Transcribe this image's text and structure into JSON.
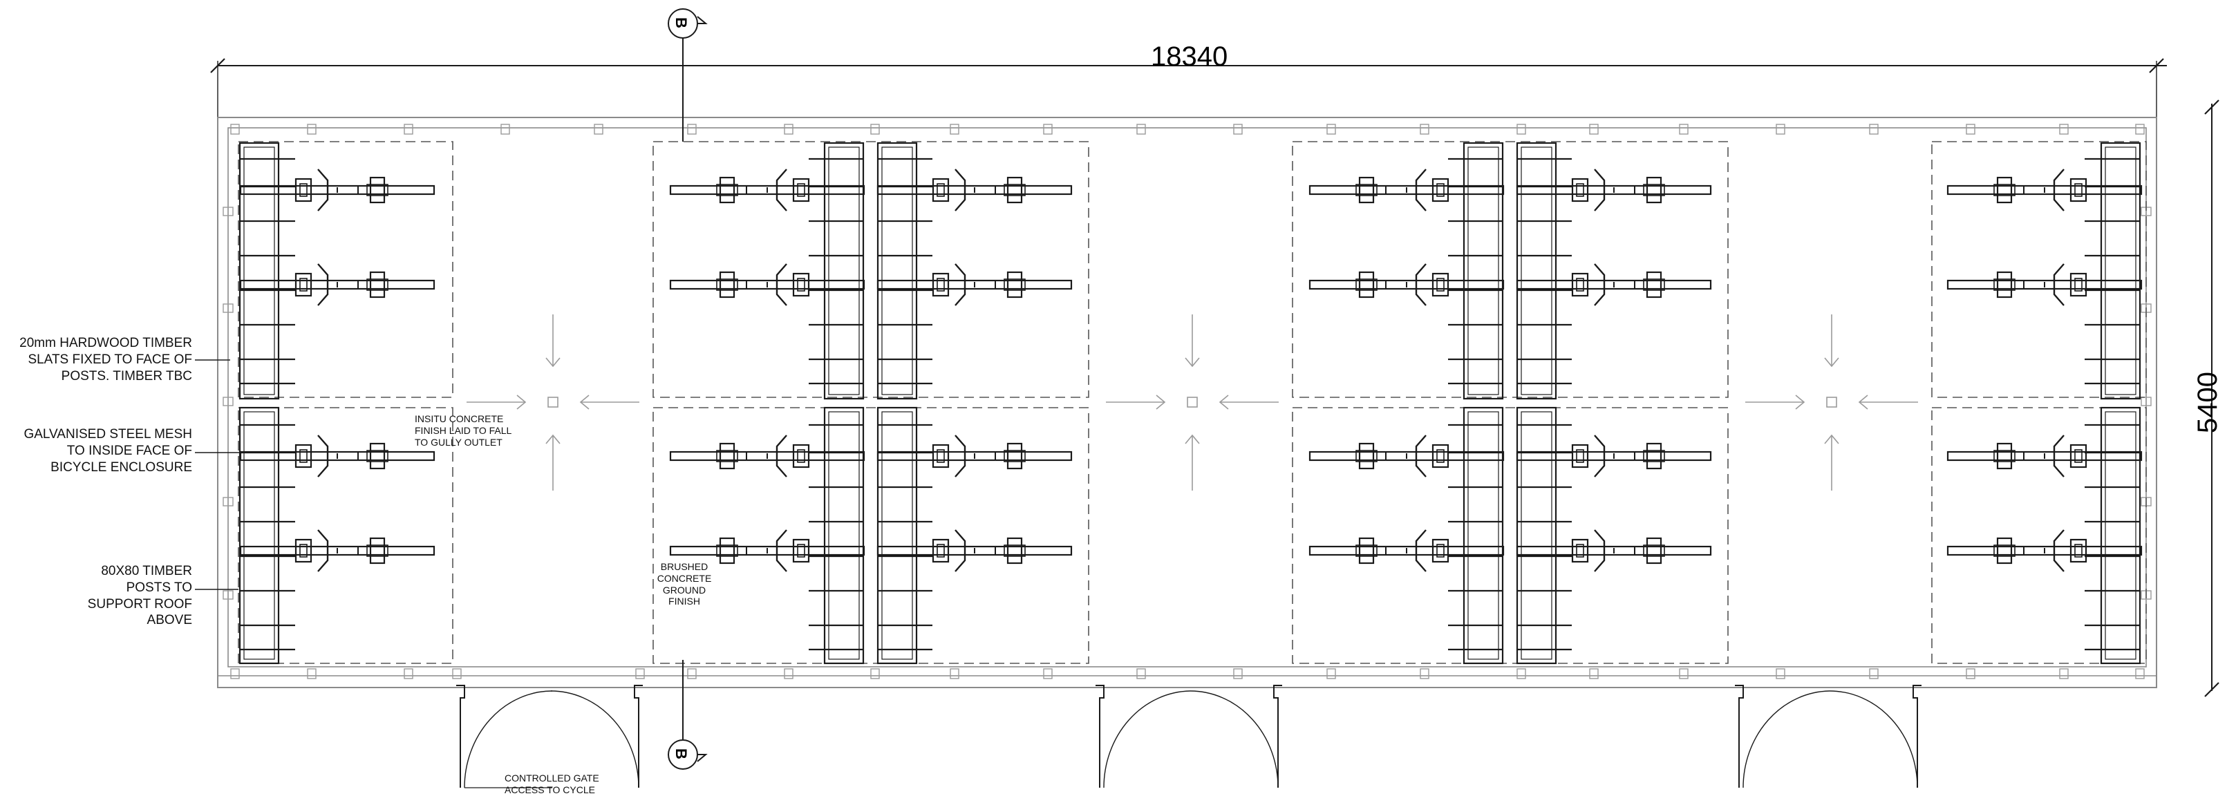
{
  "plan": {
    "overall_length": "18340",
    "overall_depth": "5400",
    "section_marker_label": "B"
  },
  "notes": {
    "timber_slats": [
      "20mm HARDWOOD TIMBER",
      "SLATS FIXED TO FACE OF",
      "POSTS. TIMBER TBC"
    ],
    "steel_mesh": [
      "GALVANISED STEEL MESH",
      "TO INSIDE FACE OF",
      "BICYCLE ENCLOSURE"
    ],
    "timber_posts": [
      "80X80 TIMBER",
      "POSTS TO",
      "SUPPORT ROOF",
      "ABOVE"
    ],
    "insitu_concrete": [
      "INSITU CONCRETE",
      "FINISH LAID TO FALL",
      "TO GULLY OUTLET"
    ],
    "brushed_concrete": [
      "BRUSHED",
      "CONCRETE",
      "GROUND",
      "FINISH"
    ],
    "controlled_gate": [
      "CONTROLLED GATE",
      "ACCESS TO CYCLE"
    ]
  },
  "colors": {
    "line": "#1a1a1a",
    "light_line": "#8a8a8a",
    "background": "#ffffff"
  }
}
